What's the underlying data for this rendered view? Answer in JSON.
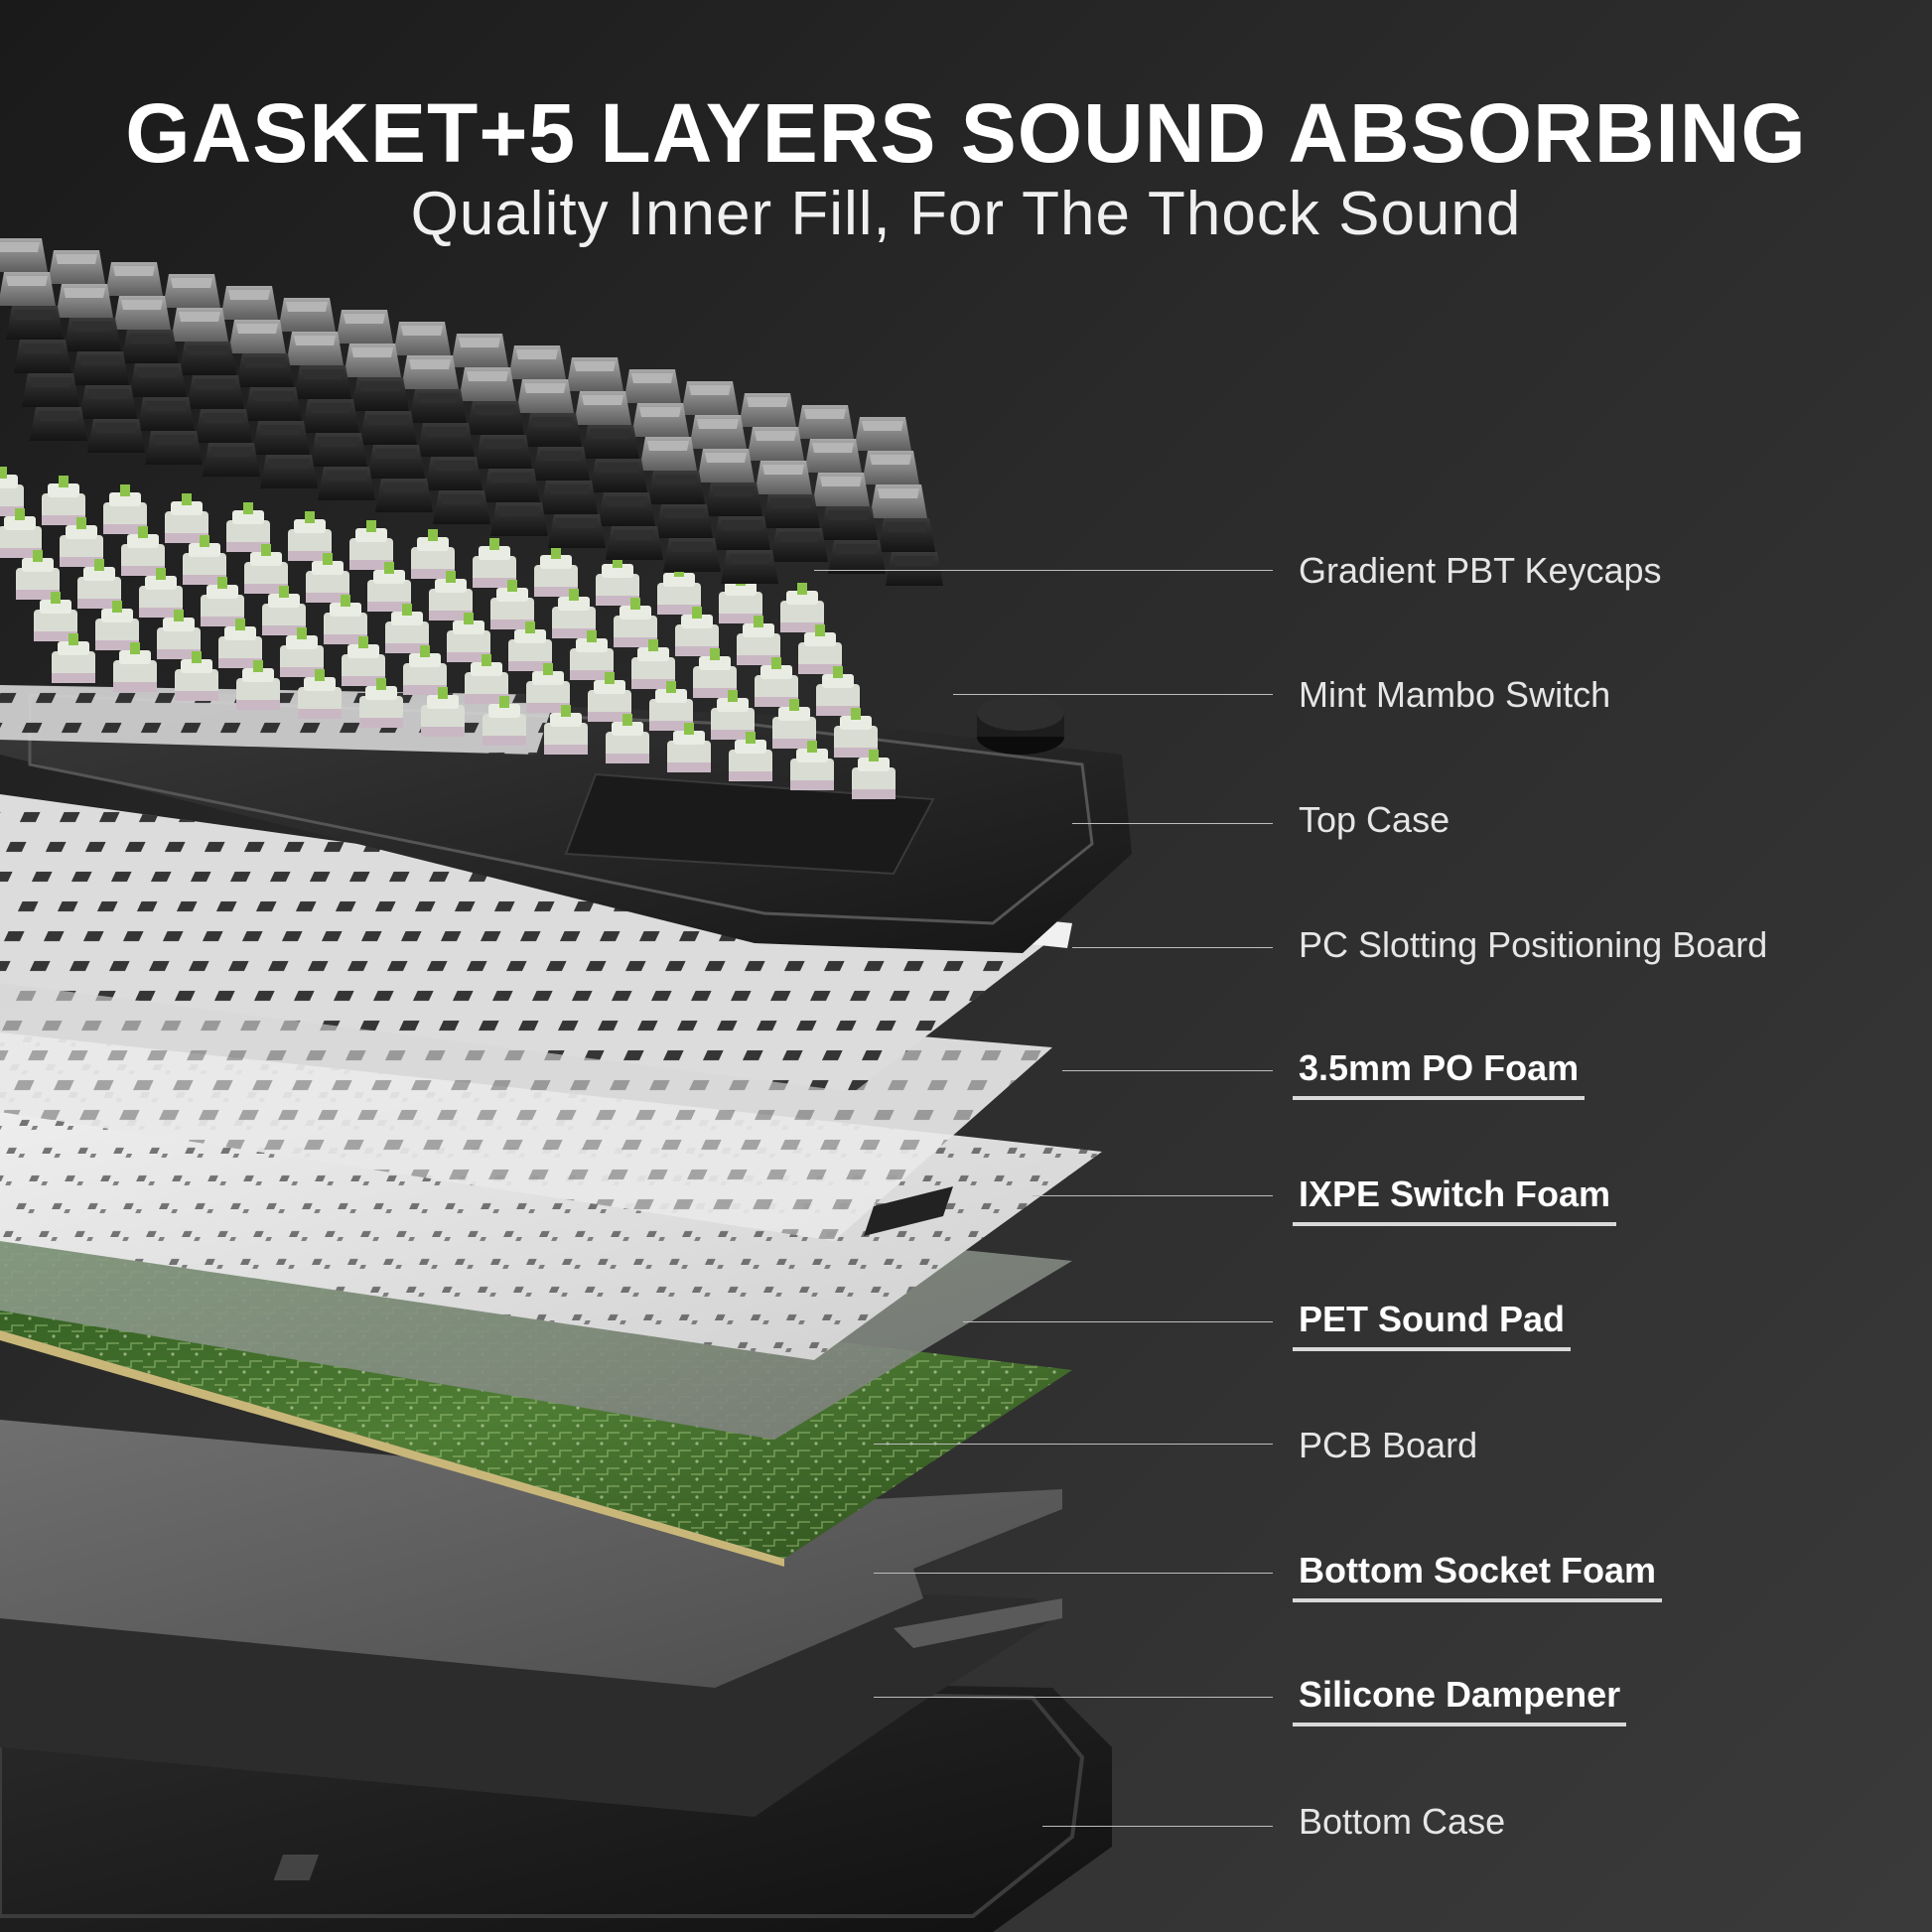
{
  "header": {
    "title": "GASKET+5 LAYERS SOUND ABSORBING",
    "subtitle": "Quality Inner Fill, For The Thock Sound"
  },
  "layers": [
    {
      "label": "Gradient PBT Keycaps",
      "emphasized": false
    },
    {
      "label": "Mint Mambo Switch",
      "emphasized": false
    },
    {
      "label": "Top Case",
      "emphasized": false
    },
    {
      "label": "PC Slotting Positioning Board",
      "emphasized": false
    },
    {
      "label": "3.5mm PO Foam",
      "emphasized": true
    },
    {
      "label": "IXPE Switch Foam",
      "emphasized": true
    },
    {
      "label": "PET Sound Pad",
      "emphasized": true
    },
    {
      "label": "PCB Board",
      "emphasized": false
    },
    {
      "label": "Bottom Socket Foam",
      "emphasized": true
    },
    {
      "label": "Silicone Dampener",
      "emphasized": true
    },
    {
      "label": "Bottom Case",
      "emphasized": false
    }
  ],
  "colors": {
    "background": "#222222",
    "switch_stem": "#8bc34a",
    "pcb": "#3f6b2a",
    "keycap_dark": "#1c1c1c",
    "keycap_light": "#8a8a8a"
  }
}
